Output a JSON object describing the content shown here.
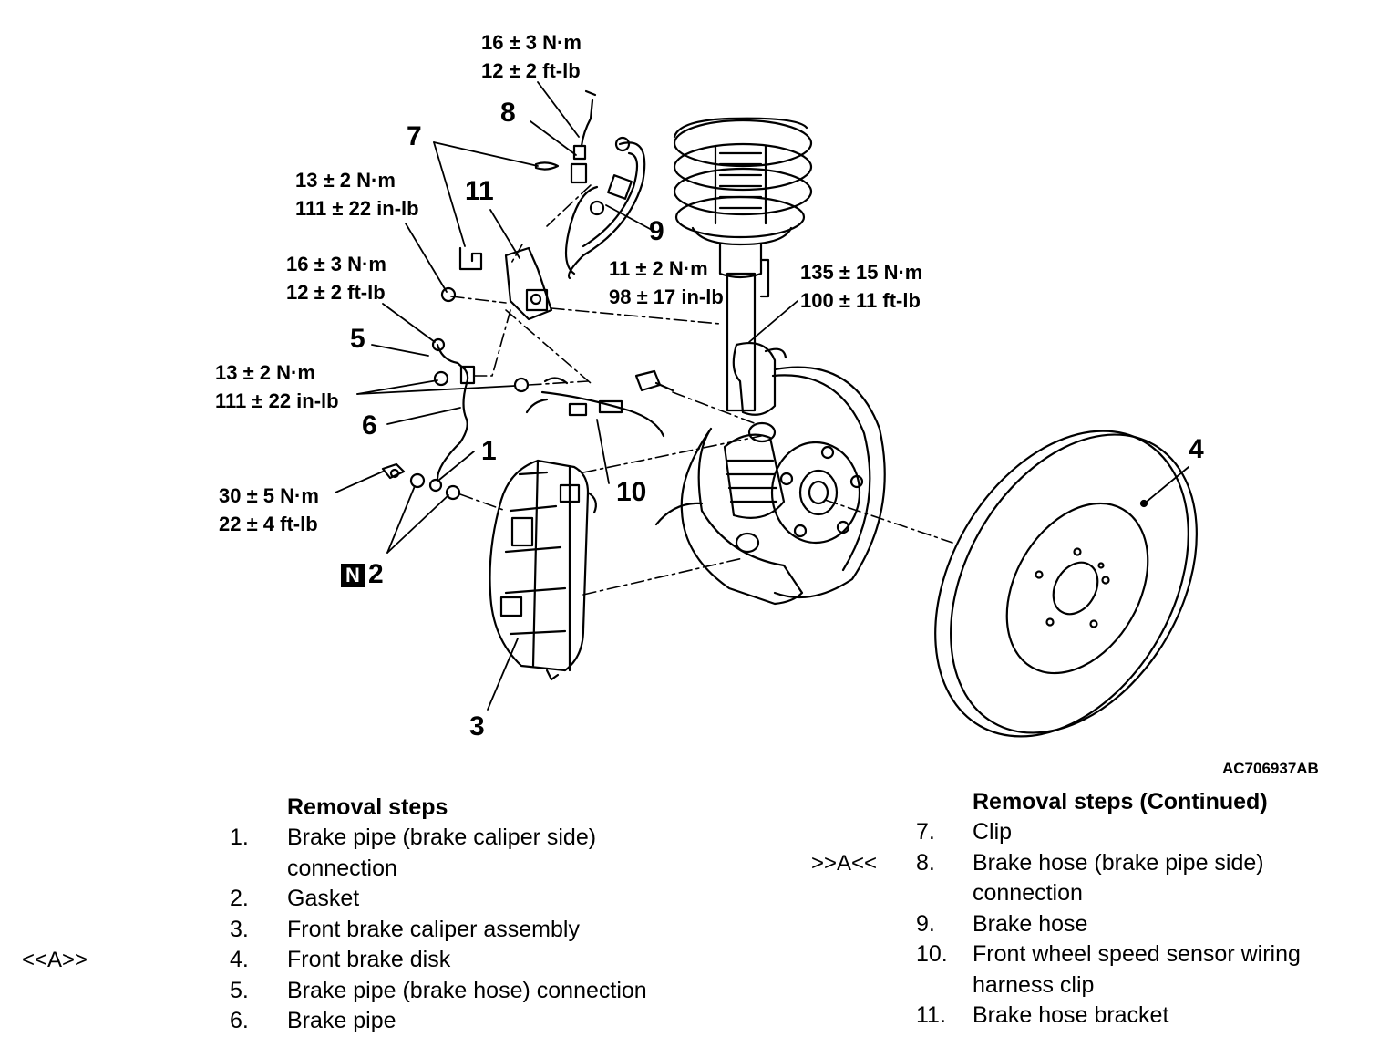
{
  "figure_code": "AC706937AB",
  "torques": {
    "t8": [
      "16 ± 3 N·m",
      "12 ± 2 ft-lb"
    ],
    "t_bracket_bolt": [
      "13 ± 2 N·m",
      "111 ± 22 in-lb"
    ],
    "t5": [
      "16 ± 3 N·m",
      "12 ± 2 ft-lb"
    ],
    "t_clip_bolts": [
      "13 ± 2 N·m",
      "111 ± 22 in-lb"
    ],
    "t9": [
      "11 ± 2 N·m",
      "98 ± 17 in-lb"
    ],
    "t_caliper_bolt": [
      "135 ± 15 N·m",
      "100 ± 11 ft-lb"
    ],
    "t1": [
      "30 ± 5 N·m",
      "22 ± 4 ft-lb"
    ]
  },
  "callouts": {
    "n1": "1",
    "n2": "2",
    "n2_marker": "N",
    "n3": "3",
    "n4": "4",
    "n5": "5",
    "n6": "6",
    "n7": "7",
    "n8": "8",
    "n9": "9",
    "n10": "10",
    "n11": "11"
  },
  "left_list": {
    "title": "Removal steps",
    "items": [
      {
        "n": "1.",
        "text": "Brake pipe (brake caliper side)",
        "cont": "connection",
        "mark": ""
      },
      {
        "n": "2.",
        "text": "Gasket",
        "mark": ""
      },
      {
        "n": "3.",
        "text": "Front brake caliper assembly",
        "mark": ""
      },
      {
        "n": "4.",
        "text": "Front brake disk",
        "mark": "<<A>>"
      },
      {
        "n": "5.",
        "text": "Brake pipe (brake hose) connection",
        "mark": ""
      },
      {
        "n": "6.",
        "text": "Brake pipe",
        "mark": ""
      }
    ]
  },
  "right_list": {
    "title": "Removal steps (Continued)",
    "items": [
      {
        "n": "7.",
        "text": "Clip",
        "mark": ""
      },
      {
        "n": "8.",
        "text": "Brake hose (brake pipe side)",
        "cont": "connection",
        "mark": ">>A<<"
      },
      {
        "n": "9.",
        "text": "Brake hose",
        "mark": ""
      },
      {
        "n": "10.",
        "text": "Front wheel speed sensor wiring",
        "cont": "harness clip",
        "mark": ""
      },
      {
        "n": "11.",
        "text": "Brake hose bracket",
        "mark": ""
      }
    ]
  }
}
